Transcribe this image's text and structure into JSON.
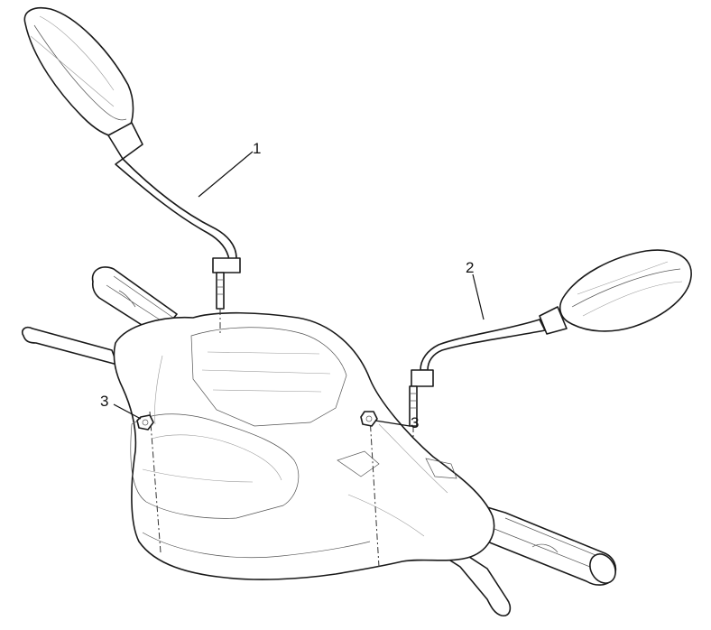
{
  "parts": [
    {
      "id": "mirror-left",
      "label": "1"
    },
    {
      "id": "mirror-right",
      "label": "2"
    },
    {
      "id": "nut-left",
      "label": "3"
    },
    {
      "id": "nut-right",
      "label": "3"
    }
  ]
}
